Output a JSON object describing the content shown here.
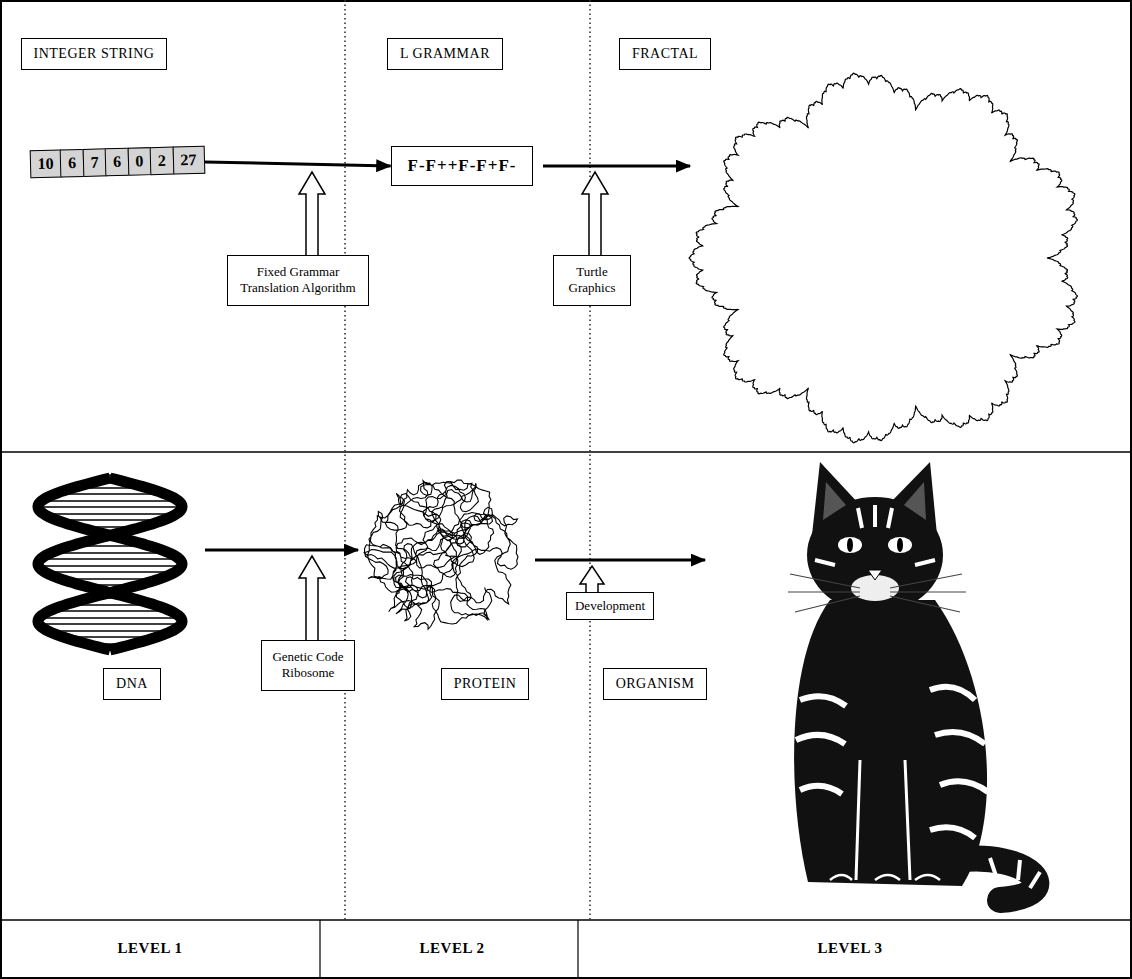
{
  "diagram": {
    "nodes": [
      {
        "text": [
          "INTEGER STRING"
        ]
      },
      {
        "text": [
          "L GRAMMAR"
        ]
      },
      {
        "text": [
          "FRACTAL"
        ]
      },
      {
        "text": [
          "10",
          "6",
          "7",
          "6",
          "0",
          "2",
          "27"
        ]
      },
      {
        "text": [
          "F-F++F-F+F-"
        ]
      },
      {
        "text": [
          "Fixed Grammar Translation Algorithm"
        ]
      },
      {
        "text": [
          "Turtle Graphics"
        ]
      },
      {
        "text": [
          "Development"
        ]
      },
      {
        "text": [
          "Genetic Code Ribosome"
        ]
      },
      {
        "text": [
          "DNA"
        ]
      },
      {
        "text": [
          "PROTEIN"
        ]
      },
      {
        "text": [
          "ORGANISM"
        ]
      }
    ],
    "edges": [
      {
        "from": 3,
        "to": 4,
        "arrow": "to"
      }
    ],
    "labels": [
      "LEVEL 1",
      "LEVEL 2",
      "LEVEL 3"
    ]
  }
}
